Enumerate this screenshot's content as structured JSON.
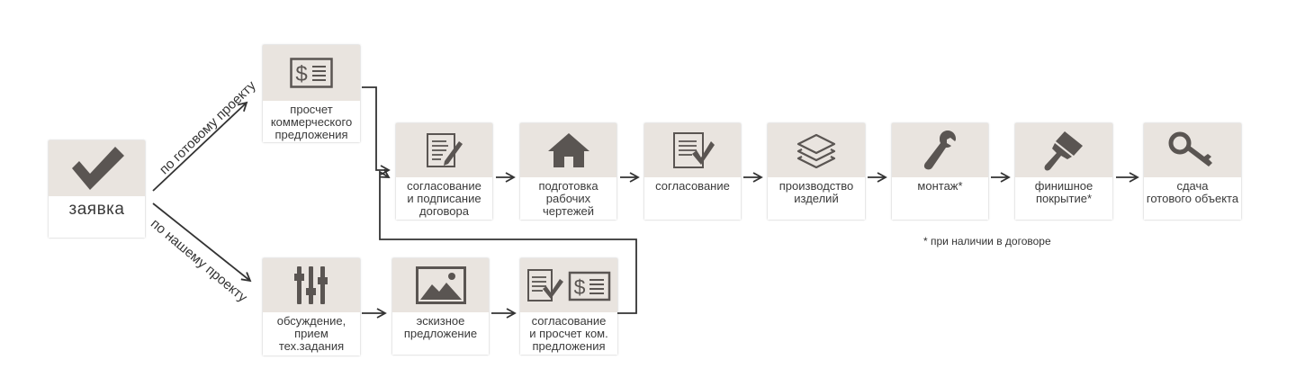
{
  "nodes": {
    "request": {
      "label": "заявка",
      "icon": "checkmark-icon"
    },
    "calc_offer": {
      "label": "просчет\nкоммерческого\nпредложения",
      "icon": "dollar-document-icon"
    },
    "contract": {
      "label": "согласование\nи подписание\nдоговора",
      "icon": "document-pen-icon"
    },
    "drawings": {
      "label": "подготовка\nрабочих\nчертежей",
      "icon": "house-icon"
    },
    "approval": {
      "label": "согласование",
      "icon": "document-check-icon"
    },
    "production": {
      "label": "производство\nизделий",
      "icon": "layers-icon"
    },
    "assembly": {
      "label": "монтаж*",
      "icon": "wrench-icon"
    },
    "finish": {
      "label": "финишное\nпокрытие*",
      "icon": "paint-brush-icon"
    },
    "handover": {
      "label": "сдача\nготового объекта",
      "icon": "key-icon"
    },
    "discussion": {
      "label": "обсуждение,\nприем\nтех.задания",
      "icon": "sliders-icon"
    },
    "sketch": {
      "label": "эскизное\nпредложение",
      "icon": "image-icon"
    },
    "approve_calc": {
      "label": "согласование\nи просчет ком.\nпредложения",
      "icon": "check-and-dollar-documents-icon"
    }
  },
  "edge_labels": {
    "ready_project": "по готовому проекту",
    "our_project": "по нашему проекту"
  },
  "footnote": "* при наличии в договоре",
  "colors": {
    "icon": "#5a5552",
    "tile": "#e9e4df",
    "arrow": "#333333"
  }
}
